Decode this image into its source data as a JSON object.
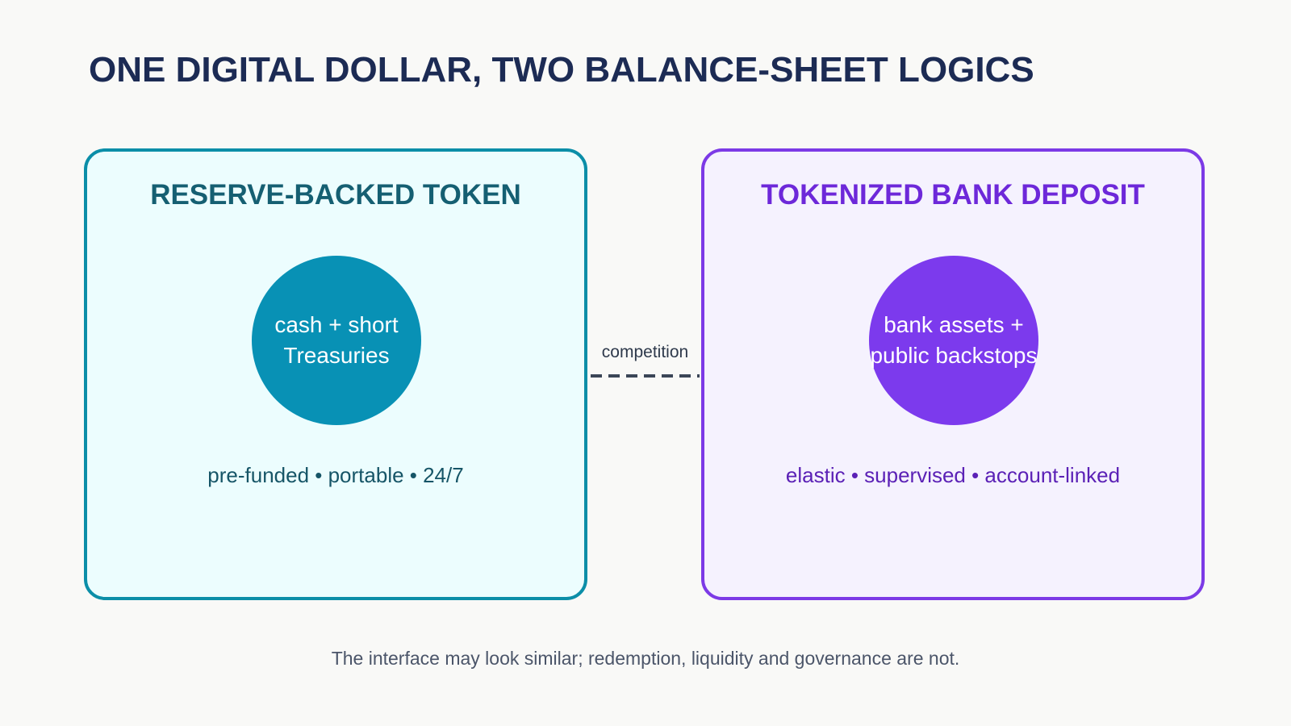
{
  "title": "ONE DIGITAL DOLLAR, TWO BALANCE-SHEET LOGICS",
  "left_panel": {
    "title": "RESERVE-BACKED TOKEN",
    "circle_lines": [
      "cash + short",
      "Treasuries"
    ],
    "traits": "pre-funded • portable • 24/7",
    "accent_color": "#0891b5"
  },
  "right_panel": {
    "title": "TOKENIZED BANK DEPOSIT",
    "circle_lines": [
      "bank assets +",
      "public backstops"
    ],
    "traits": "elastic • supervised • account-linked",
    "accent_color": "#7c3aed"
  },
  "connector": {
    "label": "competition",
    "style": "dashed"
  },
  "footnote": "The interface may look similar; redemption, liquidity and governance are not."
}
